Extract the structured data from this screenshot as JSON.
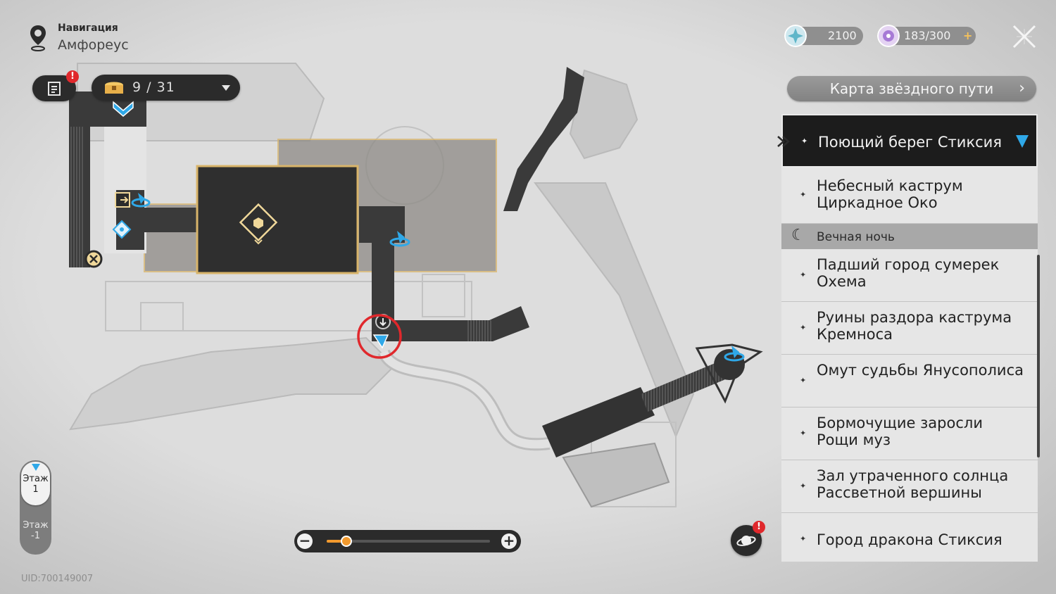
{
  "header": {
    "nav_label": "Навигация",
    "area_name": "Амфореус"
  },
  "toolbar": {
    "notice_badge": "!",
    "chest_count": "9 / 31"
  },
  "currency": {
    "primary_value": "2100",
    "stamina_value": "183/300",
    "stamina_add": "+"
  },
  "star_path_button": "Карта звёздного пути",
  "locations": [
    {
      "label": "Поющий берег Стиксия",
      "active": true
    },
    {
      "label": "Небесный каструм Циркадное Око"
    },
    {
      "label": "Вечная ночь",
      "section": true
    },
    {
      "label": "Падший город сумерек Охема"
    },
    {
      "label": "Руины раздора каструма Кремноса"
    },
    {
      "label": "Омут судьбы Янусополиса"
    },
    {
      "label": "Бормочущие заросли Рощи муз"
    },
    {
      "label": "Зал утраченного солнца Рассветной вершины"
    },
    {
      "label": "Город дракона Стиксия"
    }
  ],
  "floors": [
    {
      "label": "Этаж\n1",
      "active": true
    },
    {
      "label": "Этаж\n-1"
    }
  ],
  "uid": "UID:700149007",
  "zoom": {
    "minus": "−",
    "plus": "+",
    "level": 0.12
  },
  "orbit_badge": "!",
  "colors": {
    "accent_orange": "#f29a2e",
    "marker_blue": "#2fa8e8",
    "alert_red": "#e0282c",
    "highlight_gold": "#d8b46a"
  },
  "icons": [
    "map-pin-icon",
    "document-icon",
    "treasure-chest-icon",
    "close-icon",
    "teleport-anchor-icon",
    "space-anchor-icon",
    "player-arrow-icon",
    "puzzle-cube-icon",
    "orbit-icon",
    "exit-door-icon"
  ]
}
